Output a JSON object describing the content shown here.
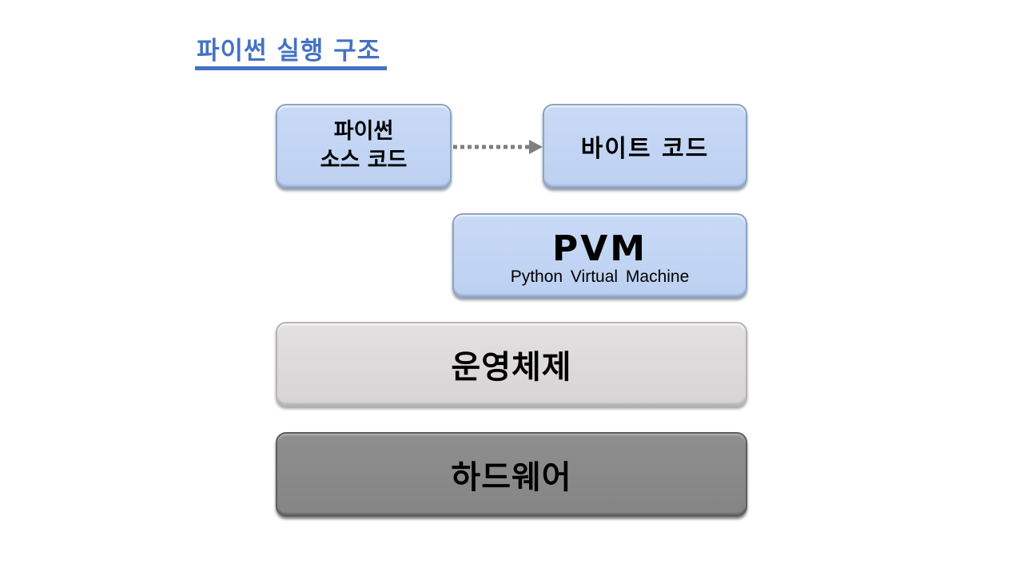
{
  "slide": {
    "title": "파이썬 실행 구조"
  },
  "boxes": {
    "source": {
      "line1": "파이썬",
      "line2": "소스 코드",
      "color": "#c4d6f4"
    },
    "bytecode": {
      "label": "바이트 코드",
      "color": "#c4d6f4"
    },
    "pvm": {
      "label": "PVM",
      "sublabel": "Python Virtual Machine",
      "color": "#c4d6f4"
    },
    "os": {
      "label": "운영체제",
      "color": "#dcdada"
    },
    "hardware": {
      "label": "하드웨어",
      "color": "#8a8a8a"
    }
  },
  "arrow": {
    "style": "dotted",
    "color": "#7f7f7f",
    "from": "source",
    "to": "bytecode"
  },
  "colors": {
    "title": "#4472c4"
  }
}
